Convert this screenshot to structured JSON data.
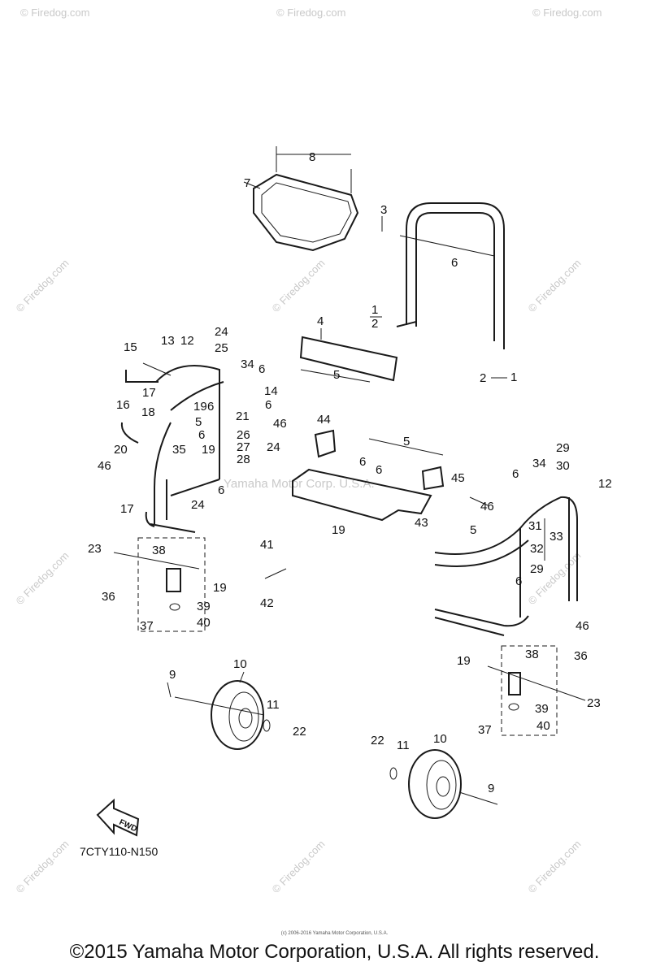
{
  "watermark": "© Firedog.com",
  "center_watermark": "Yamaha Motor Corp. U.S.A.",
  "diagram_code": "7CTY110-N150",
  "fwd_label": "FWD",
  "small_copyright": "(c) 2006-2016 Yamaha Motor Corporation, U.S.A.",
  "copyright": "©2015 Yamaha Motor Corporation, U.S.A. All rights reserved.",
  "callouts": [
    "1",
    "2",
    "1",
    "2",
    "3",
    "4",
    "5",
    "6",
    "7",
    "8",
    "6",
    "12",
    "13",
    "15",
    "17",
    "18",
    "24",
    "25",
    "34",
    "6",
    "14",
    "21",
    "6",
    "16",
    "19",
    "5",
    "6",
    "35",
    "19",
    "20",
    "26",
    "27",
    "24",
    "28",
    "46",
    "17",
    "24",
    "6",
    "44",
    "6",
    "5",
    "6",
    "46",
    "45",
    "29",
    "30",
    "34",
    "6",
    "12",
    "46",
    "43",
    "5",
    "31",
    "33",
    "32",
    "29",
    "6",
    "46",
    "23",
    "38",
    "19",
    "36",
    "39",
    "37",
    "40",
    "41",
    "19",
    "42",
    "9",
    "10",
    "11",
    "22",
    "19",
    "38",
    "36",
    "23",
    "39",
    "37",
    "40",
    "22",
    "11",
    "10",
    "9"
  ]
}
